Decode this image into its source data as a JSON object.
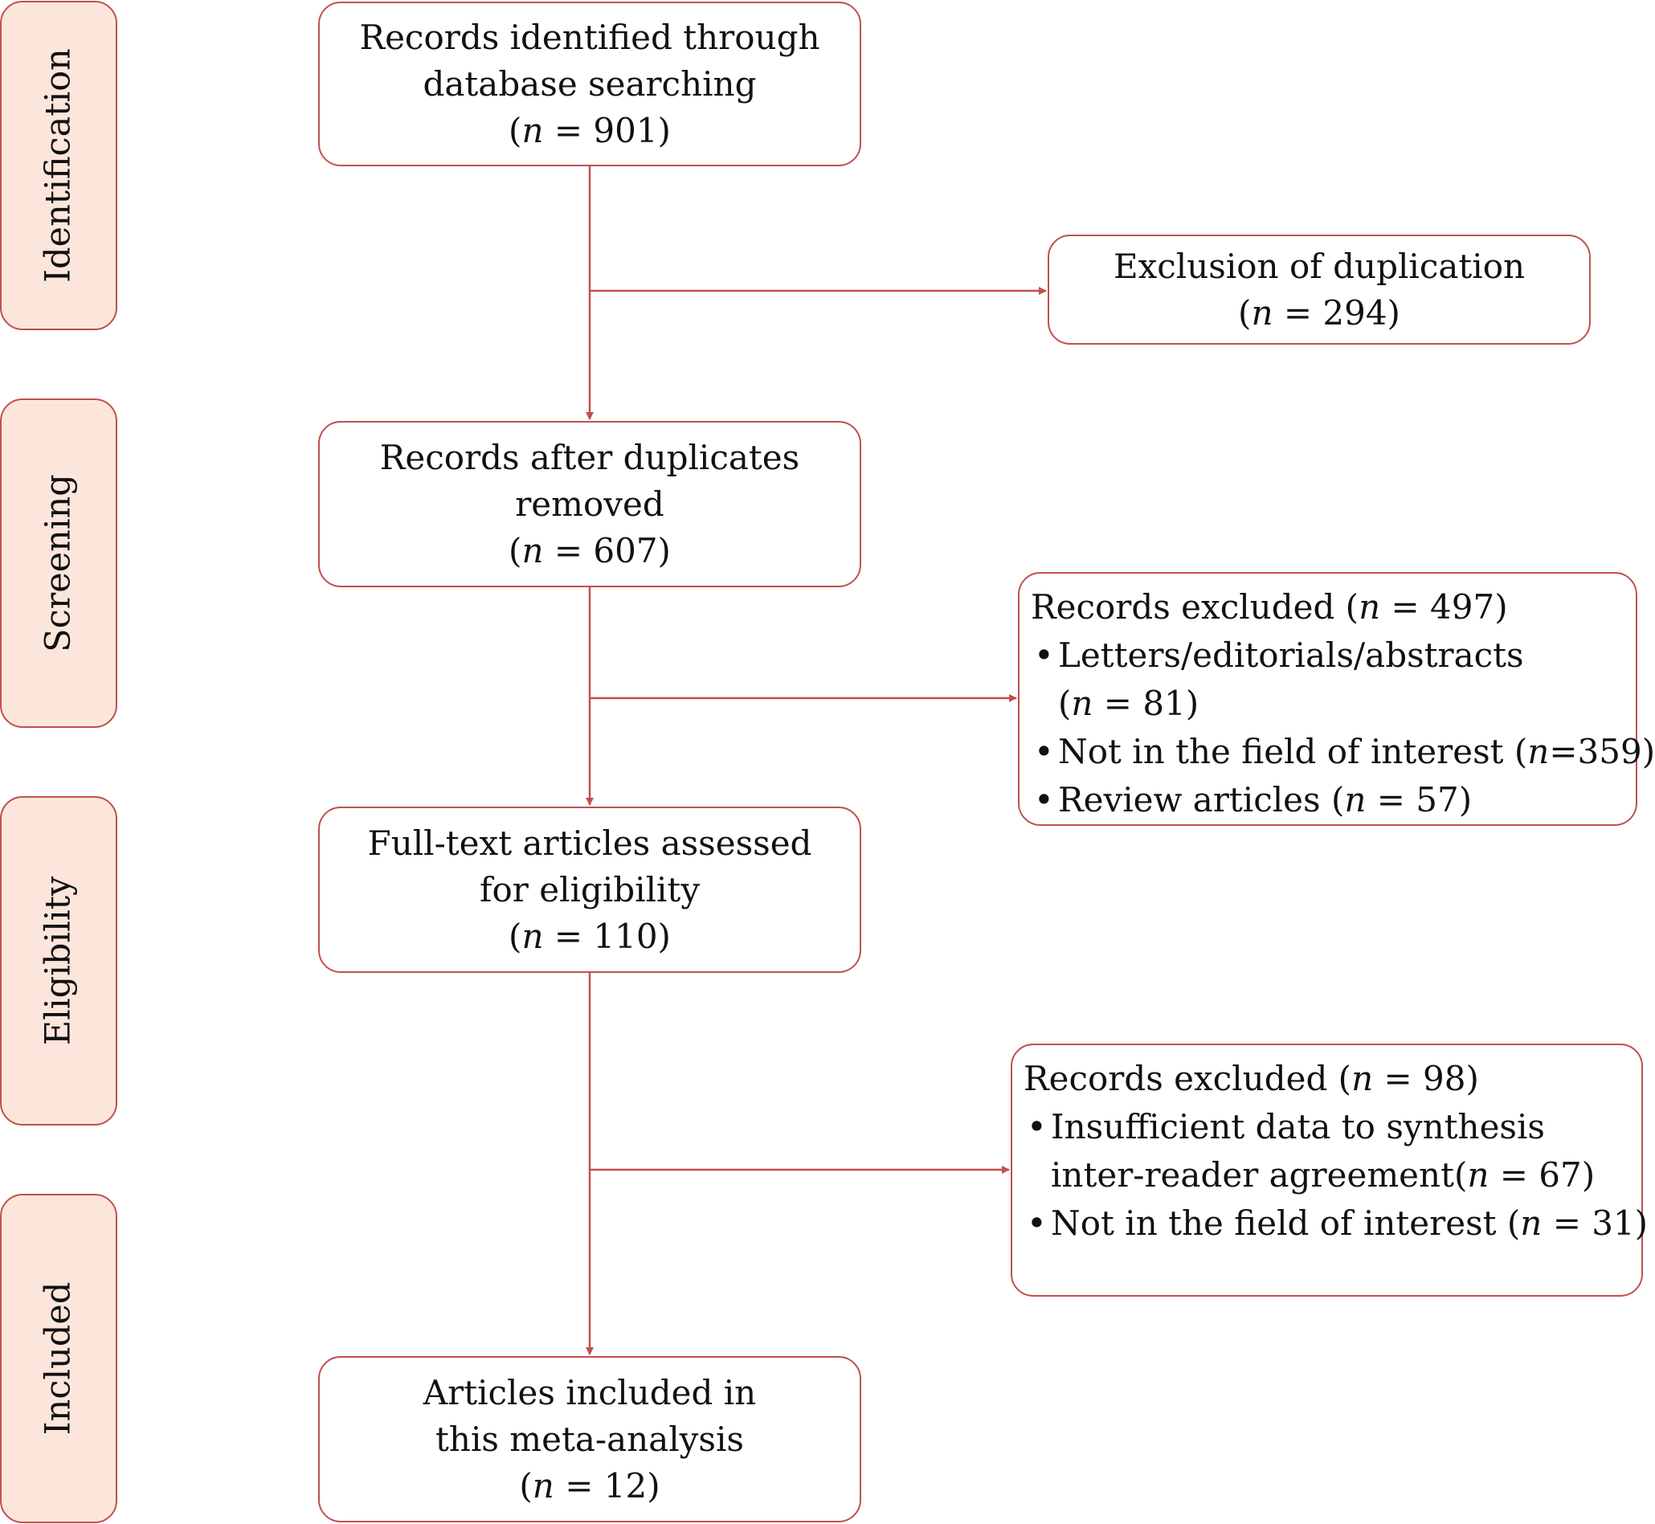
{
  "stages": [
    {
      "id": "identification",
      "label": "Identification"
    },
    {
      "id": "screening",
      "label": "Screening"
    },
    {
      "id": "eligibility",
      "label": "Eligibility"
    },
    {
      "id": "included",
      "label": "Included"
    }
  ],
  "boxes": {
    "identified": {
      "lines": [
        "Records identified through",
        "database searching",
        "(n = 901)"
      ]
    },
    "after_duplicates": {
      "lines": [
        "Records after duplicates",
        "removed",
        "(n = 607)"
      ]
    },
    "full_text": {
      "lines": [
        "Full-text articles assessed",
        "for eligibility",
        "(n = 110)"
      ]
    },
    "included": {
      "lines": [
        "Articles included in",
        "this meta-analysis",
        "(n = 12)"
      ]
    },
    "duplication": {
      "lines": [
        "Exclusion of duplication",
        "(n = 294)"
      ]
    }
  },
  "exclusions": {
    "screening": {
      "heading": "Records excluded (n = 497)",
      "items": [
        {
          "lines": [
            "Letters/editorials/abstracts",
            "(n = 81)"
          ]
        },
        {
          "lines": [
            "Not in the field of interest (n=359)"
          ]
        },
        {
          "lines": [
            "Review articles  (n = 57)"
          ]
        }
      ]
    },
    "eligibility": {
      "heading": "Records excluded (n = 98)",
      "items": [
        {
          "lines": [
            "Insufficient data to synthesis",
            "inter-reader agreement(n = 67)"
          ]
        },
        {
          "lines": [
            "Not in the field of interest  (n = 31)"
          ]
        }
      ]
    }
  },
  "colors": {
    "accent": "#c0504d",
    "stage_fill": "#fce6dc"
  }
}
